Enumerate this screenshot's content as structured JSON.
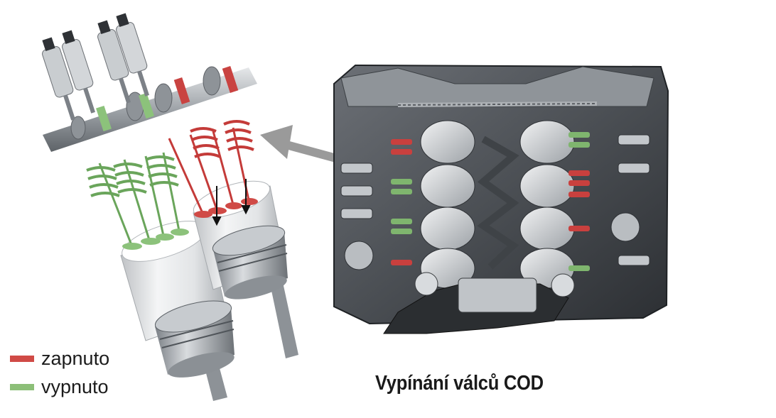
{
  "caption": "Vypínání válců COD",
  "legend": [
    {
      "label": "zapnuto",
      "color": "#d04a46"
    },
    {
      "label": "vypnuto",
      "color": "#8cbf78"
    }
  ],
  "colors": {
    "active": "#c9403e",
    "deactivated": "#7fb56e",
    "arrow": "#9a9a9a",
    "metal_dark": "#3a3d40",
    "metal_light": "#c8ccd0"
  }
}
